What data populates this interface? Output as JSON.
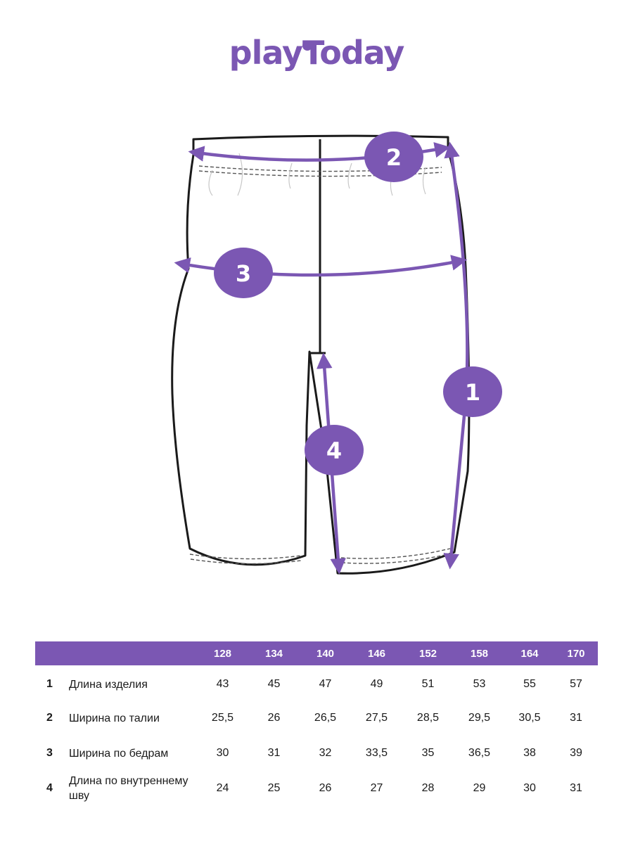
{
  "brand": {
    "name": "playToday",
    "color": "#7b57b3"
  },
  "markers": [
    "1",
    "2",
    "3",
    "4"
  ],
  "table": {
    "headers": [
      "128",
      "134",
      "140",
      "146",
      "152",
      "158",
      "164",
      "170"
    ],
    "rows": [
      {
        "num": "1",
        "name": "Длина изделия",
        "values": [
          "43",
          "45",
          "47",
          "49",
          "51",
          "53",
          "55",
          "57"
        ]
      },
      {
        "num": "2",
        "name": "Ширина по талии",
        "values": [
          "25,5",
          "26",
          "26,5",
          "27,5",
          "28,5",
          "29,5",
          "30,5",
          "31"
        ]
      },
      {
        "num": "3",
        "name": "Ширина по бедрам",
        "values": [
          "30",
          "31",
          "32",
          "33,5",
          "35",
          "36,5",
          "38",
          "39"
        ]
      },
      {
        "num": "4",
        "name": "Длина по внутреннему шву",
        "values": [
          "24",
          "25",
          "26",
          "27",
          "28",
          "29",
          "30",
          "31"
        ]
      }
    ]
  }
}
